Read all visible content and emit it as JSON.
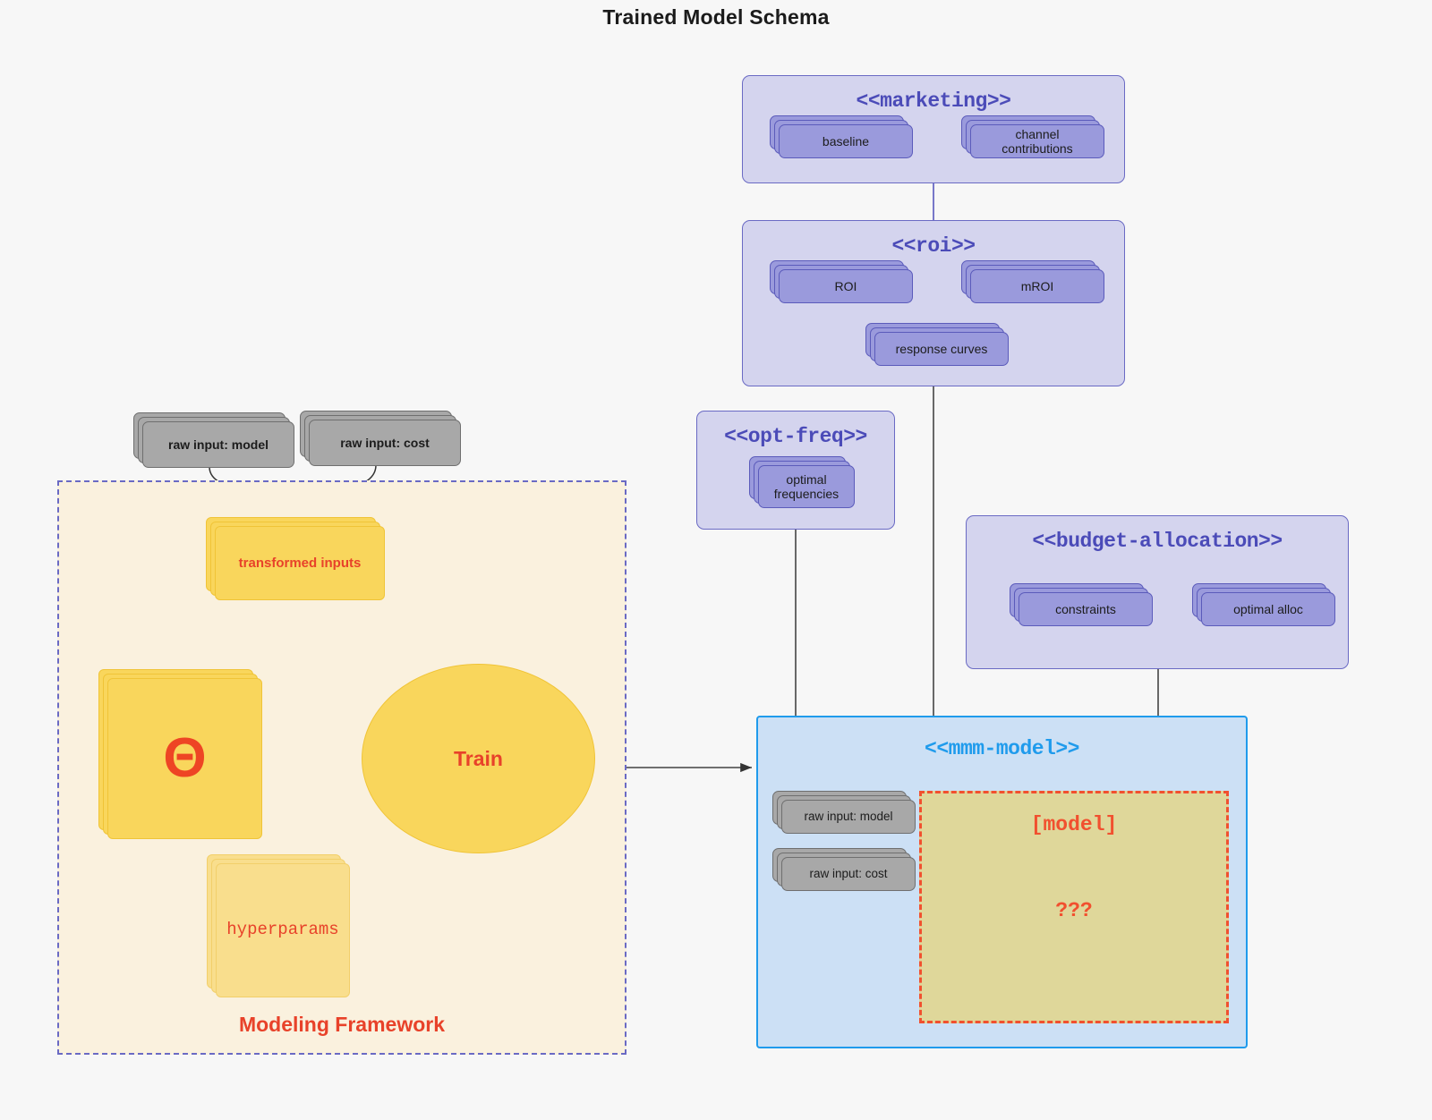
{
  "title": "Trained Model Schema",
  "packages": {
    "marketing": {
      "title": "<<marketing>>",
      "items": [
        {
          "label": "baseline"
        },
        {
          "label": "channel contributions"
        }
      ]
    },
    "roi": {
      "title": "<<roi>>",
      "items": [
        {
          "label": "ROI"
        },
        {
          "label": "mROI"
        },
        {
          "label": "response curves"
        }
      ]
    },
    "opt_freq": {
      "title": "<<opt-freq>>",
      "items": [
        {
          "label": "optimal\nfrequencies"
        }
      ]
    },
    "budget_allocation": {
      "title": "<<budget-allocation>>",
      "items": [
        {
          "label": "constraints"
        },
        {
          "label": "optimal alloc"
        }
      ]
    },
    "mmm_model": {
      "title": "<<mmm-model>>",
      "inputs": [
        {
          "label": "raw input: model"
        },
        {
          "label": "raw input: cost"
        }
      ],
      "model_box": {
        "title": "[model]",
        "unknown": "???"
      }
    }
  },
  "modeling_framework": {
    "label": "Modeling Framework",
    "raw_inputs": [
      {
        "label": "raw input: model"
      },
      {
        "label": "raw input: cost"
      }
    ],
    "transformed_inputs": {
      "label": "transformed inputs"
    },
    "theta": {
      "label": "Θ"
    },
    "hyperparams": {
      "label": "hyperparams"
    },
    "train": {
      "label": "Train"
    }
  },
  "colors": {
    "background": "#f7f7f7",
    "package_purple_fill": "#d4d4ee",
    "package_purple_border": "#6a6ac4",
    "object_purple_fill": "#9a9adc",
    "object_purple_border": "#5b5bbb",
    "package_blue_fill": "#cce0f5",
    "package_blue_border": "#1f9bec",
    "object_gray_fill": "#a8a8a8",
    "object_gray_border": "#6f6f6f",
    "frame_fill": "#faf1de",
    "frame_border": "#6a6ac4",
    "yellow_bright": "#f9d65c",
    "yellow_pale": "#f9de8d",
    "accent_red": "#e8422a",
    "model_box_fill": "#dfd79a",
    "model_box_border": "#f1502f",
    "title_text": "#1b1b1b"
  }
}
